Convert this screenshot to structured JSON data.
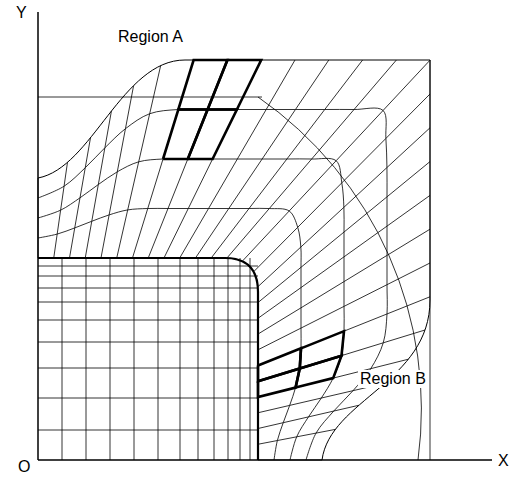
{
  "diagram": {
    "labels": [
      "Y",
      "Region A",
      "Region B",
      "O",
      "X"
    ]
  }
}
